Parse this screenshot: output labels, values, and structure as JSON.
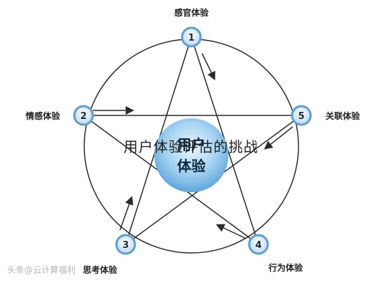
{
  "diagram": {
    "center_label_top": "用户",
    "center_label_bottom": "体验",
    "nodes": [
      {
        "number": "1",
        "label": "感官体验"
      },
      {
        "number": "2",
        "label": "情感体验"
      },
      {
        "number": "3",
        "label": "思考体验"
      },
      {
        "number": "4",
        "label": "行为体验"
      },
      {
        "number": "5",
        "label": "关联体验"
      }
    ]
  },
  "overlay_caption": "用户体验评估的挑战",
  "watermark": "头条@云计算福利",
  "colors": {
    "line": "#2a2a2a",
    "node_fill": "#dcecf7",
    "node_ring": "#5f9fcf",
    "center_glow": "#8fc6ec"
  }
}
